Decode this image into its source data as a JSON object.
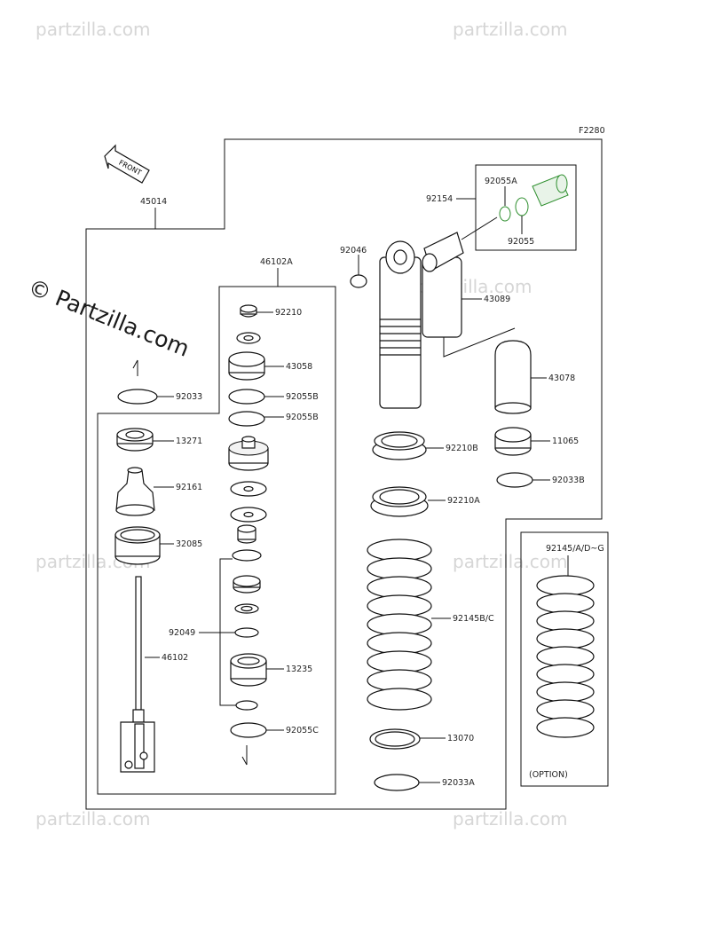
{
  "figure_code": "F2280",
  "front_label": "FRONT",
  "option_label": "(OPTION)",
  "watermark": "© Partzilla.com",
  "watermark_small": "partzilla.com",
  "parts": {
    "p45014": "45014",
    "p46102A": "46102A",
    "p92210": "92210",
    "p43058": "43058",
    "p92055B_1": "92055B",
    "p92055B_2": "92055B",
    "p92033": "92033",
    "p13271": "13271",
    "p92161": "92161",
    "p32085": "32085",
    "p92049": "92049",
    "p46102": "46102",
    "p13235": "13235",
    "p92055C": "92055C",
    "p92154": "92154",
    "p92055A": "92055A",
    "p92055": "92055",
    "p92046": "92046",
    "p43089": "43089",
    "p43078": "43078",
    "p92210B": "92210B",
    "p11065": "11065",
    "p92033B": "92033B",
    "p92210A": "92210A",
    "p92145BC": "92145B/C",
    "p13070": "13070",
    "p92033A": "92033A",
    "p92145ADG": "92145/A/D~G"
  }
}
